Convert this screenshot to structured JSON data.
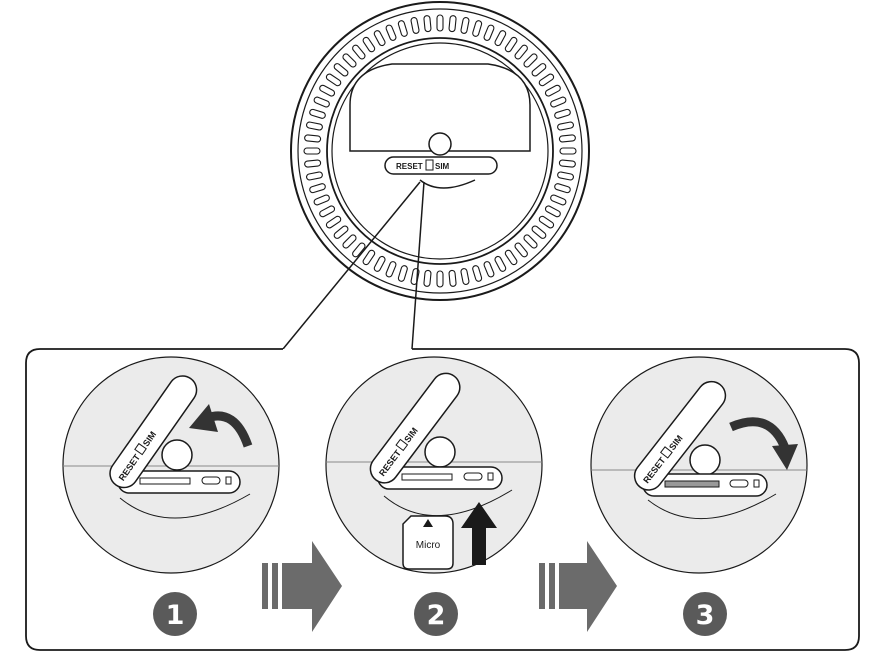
{
  "device": {
    "reset_label": "RESET",
    "sim_label": "SIM"
  },
  "steps": [
    {
      "number": "1",
      "reset_label": "RESET",
      "sim_label": "SIM"
    },
    {
      "number": "2",
      "reset_label": "RESET",
      "sim_label": "SIM",
      "card_label": "Micro"
    },
    {
      "number": "3",
      "reset_label": "RESET",
      "sim_label": "SIM"
    }
  ],
  "colors": {
    "line": "#1a1a1a",
    "panel_fill": "#ebebeb",
    "arrow": "#666666",
    "badge": "#5a5a5a"
  }
}
